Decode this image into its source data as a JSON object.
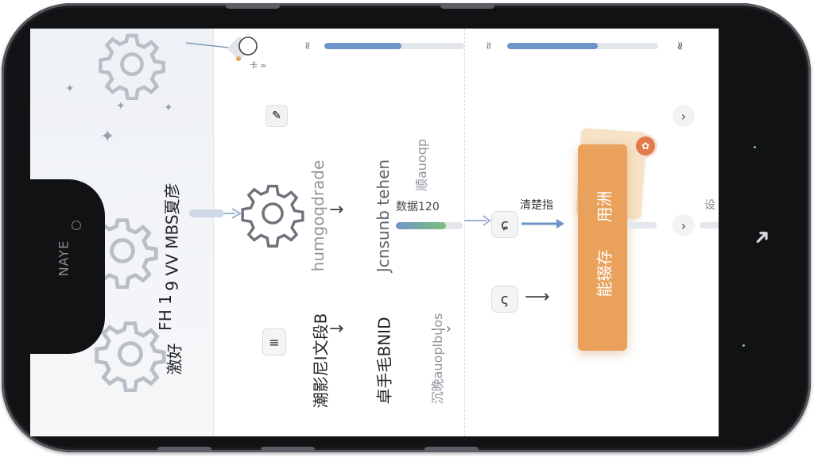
{
  "brand": "NAYE",
  "left_panel": {
    "label_1": "9 VV MBS夏彦",
    "label_2": "FH 1",
    "label_3": "激好"
  },
  "top_strip": {
    "mark_1": "≈",
    "mark_2": "≈",
    "mark_3": "≈",
    "caption_top": "卡 ≈"
  },
  "columns": {
    "col_a": {
      "title": "humgoqdrade",
      "label_bottom": "潮影尼I文段B"
    },
    "col_b": {
      "title": "Jcnsunb tehen",
      "label_bottom": "卓手毛BNID",
      "data_label": "数据120"
    },
    "col_c": {
      "title": "顺auoqp",
      "label_bottom": "沉晚auoplbuos"
    },
    "col_d": {
      "top_label": "清楚指"
    }
  },
  "buttons": {
    "s_button_1": "ɕ",
    "s_button_2": "ς",
    "left_doc_button": "≡"
  },
  "orange_card": {
    "line_1": "用洲",
    "line_2": "能辍存"
  },
  "right_edge_label": "设",
  "progress": {
    "top_bar_1": 0.55,
    "top_bar_2": 0.6,
    "mid_bar": 0.75
  },
  "colors": {
    "accent_orange": "#e9a15b",
    "bar_blue": "#6f95c8",
    "bar_green": "#7cc07a",
    "phone_frame": "#111214"
  }
}
